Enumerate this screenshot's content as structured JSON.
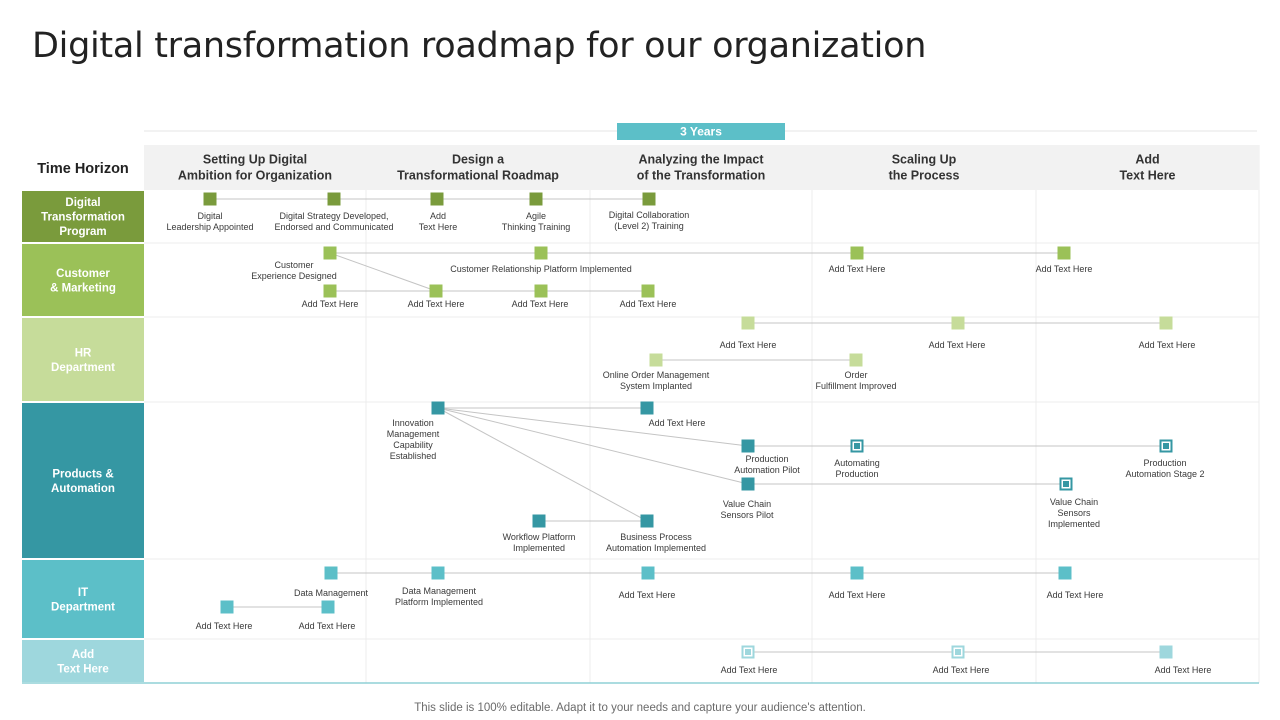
{
  "title": "Digital transformation roadmap for our organization",
  "footer": "This slide is 100% editable. Adapt it to your needs and capture your audience's attention.",
  "colors": {
    "dark_green": "#7a9b3c",
    "green": "#9bc158",
    "light_green": "#c6dc9a",
    "dark_teal": "#3597a3",
    "teal": "#5cbfc8",
    "light_teal": "#9ed7dd",
    "banner": "#5cbfc8",
    "header_bg": "#f2f2f2"
  },
  "banner": "3 Years",
  "corner_label": "Time Horizon",
  "phases": [
    "Setting Up Digital\nAmbition for Organization",
    "Design a\nTransformational Roadmap",
    "Analyzing the Impact\nof the Transformation",
    "Scaling Up\nthe Process",
    "Add\nText Here"
  ],
  "rows": [
    {
      "label": "Digital\nTransformation\nProgram",
      "color": "dark_green",
      "milestones": [
        {
          "id": "a1",
          "label": "Digital\nLeadership Appointed"
        },
        {
          "id": "a2",
          "label": "Digital Strategy Developed,\nEndorsed and Communicated"
        },
        {
          "id": "a3",
          "label": "Add\nText Here"
        },
        {
          "id": "a4",
          "label": "Agile\nThinking Training"
        },
        {
          "id": "a5",
          "label": "Digital Collaboration\n(Level 2) Training"
        }
      ]
    },
    {
      "label": "Customer\n& Marketing",
      "color": "green",
      "milestones": [
        {
          "id": "b1",
          "label": "Customer\nExperience Designed"
        },
        {
          "id": "b2",
          "label": "Customer Relationship Platform Implemented"
        },
        {
          "id": "b3",
          "label": "Add Text Here"
        },
        {
          "id": "b4",
          "label": "Add Text Here"
        },
        {
          "id": "b5",
          "label": "Add Text Here"
        },
        {
          "id": "b6",
          "label": "Add Text Here"
        },
        {
          "id": "b7",
          "label": "Add Text Here"
        },
        {
          "id": "b8",
          "label": "Add Text Here"
        }
      ]
    },
    {
      "label": "HR\nDepartment",
      "color": "light_green",
      "milestones": [
        {
          "id": "c1",
          "label": "Add Text Here"
        },
        {
          "id": "c2",
          "label": "Add Text Here"
        },
        {
          "id": "c3",
          "label": "Add Text Here"
        },
        {
          "id": "c4",
          "label": "Online Order Management\nSystem Implanted"
        },
        {
          "id": "c5",
          "label": "Order\nFulfillment Improved"
        }
      ]
    },
    {
      "label": "Products &\nAutomation",
      "color": "dark_teal",
      "milestones": [
        {
          "id": "d1",
          "label": "Innovation\nManagement\nCapability\nEstablished"
        },
        {
          "id": "d2",
          "label": "Add Text Here"
        },
        {
          "id": "d3",
          "label": "Production\nAutomation Pilot"
        },
        {
          "id": "d4",
          "label": "Automating\nProduction"
        },
        {
          "id": "d5",
          "label": "Production\nAutomation Stage 2"
        },
        {
          "id": "d6",
          "label": "Value Chain\nSensors Pilot"
        },
        {
          "id": "d7",
          "label": "Value Chain\nSensors\nImplemented"
        },
        {
          "id": "d8",
          "label": "Workflow Platform\nImplemented"
        },
        {
          "id": "d9",
          "label": "Business Process\nAutomation Implemented"
        }
      ]
    },
    {
      "label": "IT\nDepartment",
      "color": "teal",
      "milestones": [
        {
          "id": "e1",
          "label": "Data Management"
        },
        {
          "id": "e2",
          "label": "Data Management\nPlatform Implemented"
        },
        {
          "id": "e3",
          "label": "Add Text Here"
        },
        {
          "id": "e4",
          "label": "Add Text Here"
        },
        {
          "id": "e5",
          "label": "Add Text Here"
        },
        {
          "id": "e6",
          "label": "Add Text Here"
        },
        {
          "id": "e7",
          "label": "Add Text Here"
        }
      ]
    },
    {
      "label": "Add\nText Here",
      "color": "light_teal",
      "milestones": [
        {
          "id": "f1",
          "label": "Add Text Here"
        },
        {
          "id": "f2",
          "label": "Add Text Here"
        },
        {
          "id": "f3",
          "label": "Add Text Here"
        }
      ]
    }
  ],
  "connections": [
    [
      "a1",
      "a2"
    ],
    [
      "a2",
      "a3"
    ],
    [
      "a3",
      "a4"
    ],
    [
      "a4",
      "a5"
    ],
    [
      "b1",
      "b2"
    ],
    [
      "b2",
      "b6"
    ],
    [
      "b6",
      "b7"
    ],
    [
      "b3",
      "b4"
    ],
    [
      "b4",
      "b5"
    ],
    [
      "b5",
      "b8"
    ],
    [
      "b1",
      "b4"
    ],
    [
      "c1",
      "c2"
    ],
    [
      "c2",
      "c3"
    ],
    [
      "c4",
      "c5"
    ],
    [
      "d1",
      "d2"
    ],
    [
      "d1",
      "d3"
    ],
    [
      "d1",
      "d6"
    ],
    [
      "d1",
      "d9"
    ],
    [
      "d3",
      "d4"
    ],
    [
      "d4",
      "d5"
    ],
    [
      "d6",
      "d7"
    ],
    [
      "d8",
      "d9"
    ],
    [
      "e1",
      "e2"
    ],
    [
      "e2",
      "e3"
    ],
    [
      "e3",
      "e4"
    ],
    [
      "e4",
      "e5"
    ],
    [
      "e6",
      "e7"
    ],
    [
      "f1",
      "f2"
    ],
    [
      "f2",
      "f3"
    ]
  ]
}
